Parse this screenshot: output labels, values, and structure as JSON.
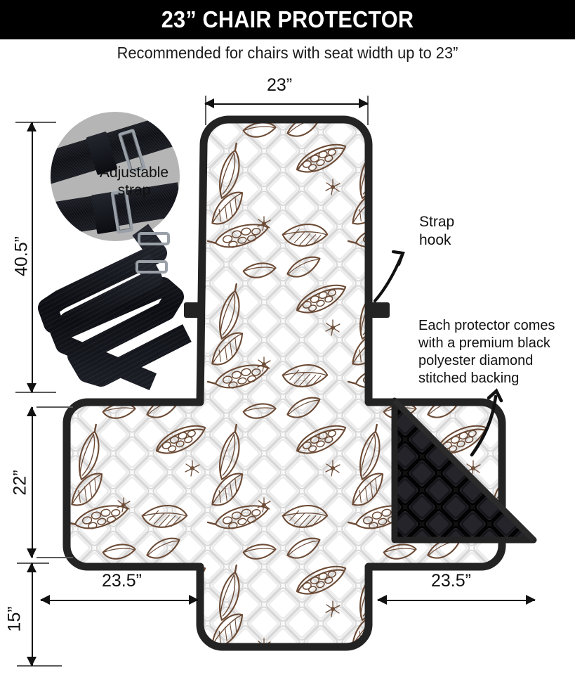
{
  "header": {
    "title": "23” CHAIR PROTECTOR",
    "subtitle": "Recommended for chairs with seat width up to 23”"
  },
  "dimensions": {
    "top_width": "23”",
    "left_height": "40.5”",
    "lower_left_height": "22”",
    "skirt_height": "15”",
    "left_arm_width": "23.5”",
    "right_arm_width": "23.5”"
  },
  "callouts": {
    "magnifier_label": "Adjustable\nstrap",
    "magnifier_label_line1": "Adjustable",
    "magnifier_label_line2": "strap",
    "strap_hook_line1": "Strap",
    "strap_hook_line2": "hook",
    "backing_line1": "Each protector comes",
    "backing_line2": "with a premium black",
    "backing_line3": "polyester diamond",
    "backing_line4": "stitched backing"
  },
  "colors": {
    "banner_background": "#000000",
    "banner_text": "#ffffff",
    "page_background": "#ffffff",
    "protector_trim": "#232323",
    "pattern_ink": "#6b4a35",
    "quilt_white": "#f4f4f4",
    "backing_black": "#161616",
    "magnifier_background": "#b5b5b5",
    "strap_black": "#14161c",
    "buckle_metal": "#9aa0a8",
    "dimension_line": "#111111"
  },
  "product": {
    "pattern_name": "cacao-pod-leaf-sketch",
    "quilting": "diamond-stitched",
    "backing": "black-polyester-diamond-stitched"
  },
  "icons": {
    "strap_hook_arrow": "curved-arrow-up-right-icon",
    "backing_arrow": "curved-arrow-up-right-icon",
    "magnifier": "magnifier-circle-icon"
  }
}
